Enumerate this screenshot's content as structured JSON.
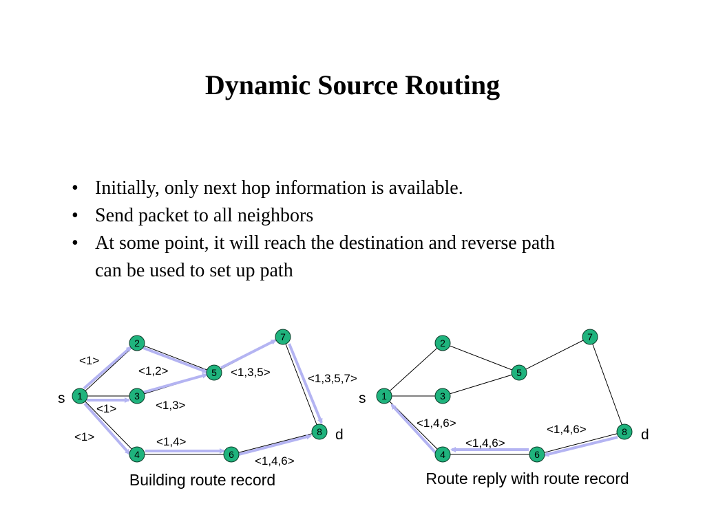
{
  "title": "Dynamic Source Routing",
  "bullets": [
    "Initially, only next hop information is available.",
    "Send packet to all neighbors",
    "At some point, it will reach the destination and reverse path can be used to set up path"
  ],
  "bullet_symbol": "•",
  "colors": {
    "node_fill": "#1fb37d",
    "arrow": "#b4b4f2",
    "edge": "#000000"
  },
  "left_diagram": {
    "caption": "Building route record",
    "source_label": "s",
    "dest_label": "d",
    "nodes": [
      "1",
      "2",
      "3",
      "4",
      "5",
      "6",
      "7",
      "8"
    ],
    "records": [
      "<1>",
      "<1,2>",
      "<1,3,5>",
      "<1,3,5,7>",
      "<1>",
      "<1,3>",
      "<1>",
      "<1,4>",
      "<1,4,6>"
    ]
  },
  "right_diagram": {
    "caption": "Route reply with route record",
    "source_label": "s",
    "dest_label": "d",
    "nodes": [
      "1",
      "2",
      "3",
      "4",
      "5",
      "6",
      "7",
      "8"
    ],
    "records": [
      "<1,4,6>",
      "<1,4,6>",
      "<1,4,6>"
    ]
  }
}
